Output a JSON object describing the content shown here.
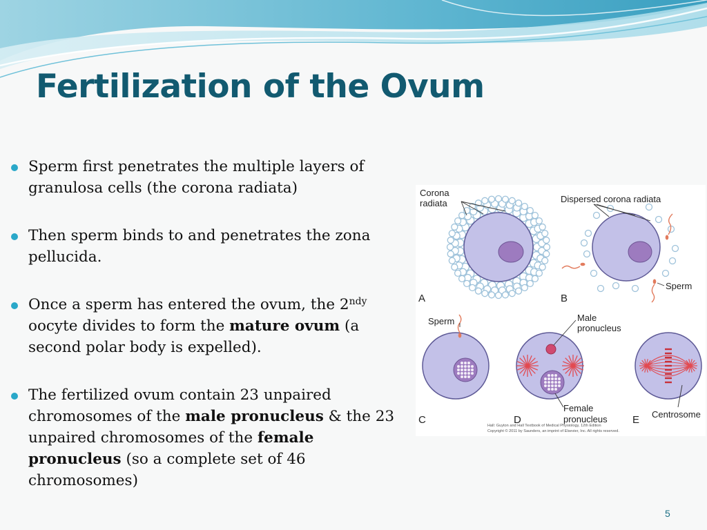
{
  "slide": {
    "title": "Fertilization of the Ovum",
    "page_number": "5",
    "bullets": [
      {
        "text": "Sperm first penetrates the multiple layers of granulosa cells (the corona radiata)"
      },
      {
        "text": "Then sperm binds to and penetrates the zona pellucida."
      },
      {
        "p1": "Once a sperm has entered the ovum, the 2",
        "sup": "ndy",
        "p2": " oocyte divides to form the ",
        "bold1": "mature ovum",
        "p3": " (a second polar body is expelled)."
      },
      {
        "p1": "The fertilized ovum contain 23 unpaired chromosomes of the ",
        "bold1": "male pronucleus",
        "p2": " & the 23 unpaired chromosomes of the ",
        "bold2": "female pronucleus",
        "p3": " (so a complete set of 46 chromosomes)"
      }
    ]
  },
  "figure": {
    "panel_letters": [
      "A",
      "B",
      "C",
      "D",
      "E"
    ],
    "labels": {
      "corona_radiata_1": "Corona",
      "corona_radiata_2": "radiata",
      "dispersed": "Dispersed corona radiata",
      "sperm_b": "Sperm",
      "sperm_c": "Sperm",
      "male_1": "Male",
      "male_2": "pronucleus",
      "female_1": "Female",
      "female_2": "pronucleus",
      "centrosome": "Centrosome"
    },
    "credit": [
      "Hall: Guyton and Hall Textbook of Medical Physiology, 12th Edition",
      "Copyright © 2011 by Saunders, an imprint of Elsevier, Inc. All rights reserved."
    ],
    "colors": {
      "cell_fill": "#c3c1e8",
      "cell_stroke": "#5e5a96",
      "nucleus": "#9d7bbf",
      "corona": "#9ec2da",
      "sperm": "#e27b5d",
      "male_pronucleus": "#d04a70",
      "spindle": "#e24b52",
      "accent": "#2aa8c9",
      "title": "#125a70"
    }
  }
}
